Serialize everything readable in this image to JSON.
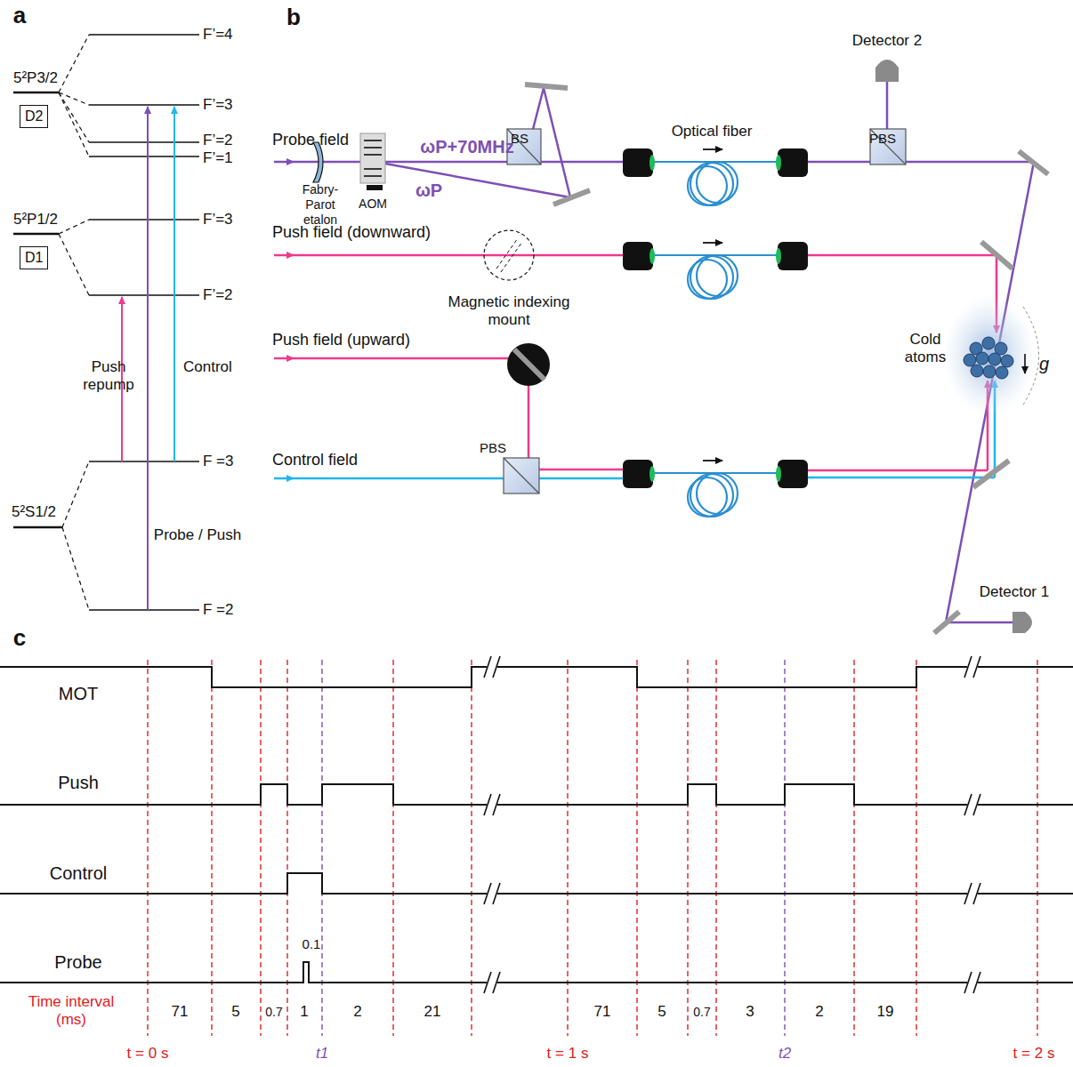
{
  "diagram": {
    "nodes": [
      {
        "text": [
          "D2"
        ]
      },
      {
        "text": [
          "D1"
        ]
      }
    ],
    "labels": [
      "a",
      "5²P3/2",
      "F’=4",
      "F’=3",
      "F’=2",
      "F’=1",
      "5²P1/2",
      "F’=3",
      "F’=2",
      "Push repump",
      "Control",
      "5²S1/2",
      "F =3",
      "Probe / Push",
      "F =2",
      "b",
      "Probe field",
      "Fabry-Parot etalon",
      "AOM",
      "ωP+70MHz",
      "ωP",
      "BS",
      "Optical fiber",
      "Detector 2",
      "PBS",
      "Push field (downward)",
      "Magnetic indexing mount",
      "Cold atoms",
      "g",
      "Push field (upward)",
      "PBS",
      "Control field",
      "Detector 1",
      "c",
      "MOT",
      "Push",
      "Control",
      "0.1",
      "Probe",
      "Time interval (ms)",
      "71",
      "5",
      "0.7",
      "1",
      "2",
      "21",
      "71",
      "5",
      "0.7",
      "3",
      "2",
      "19",
      "t = 0 s",
      "t1",
      "t = 1 s",
      "t2",
      "t = 2 s"
    ]
  }
}
